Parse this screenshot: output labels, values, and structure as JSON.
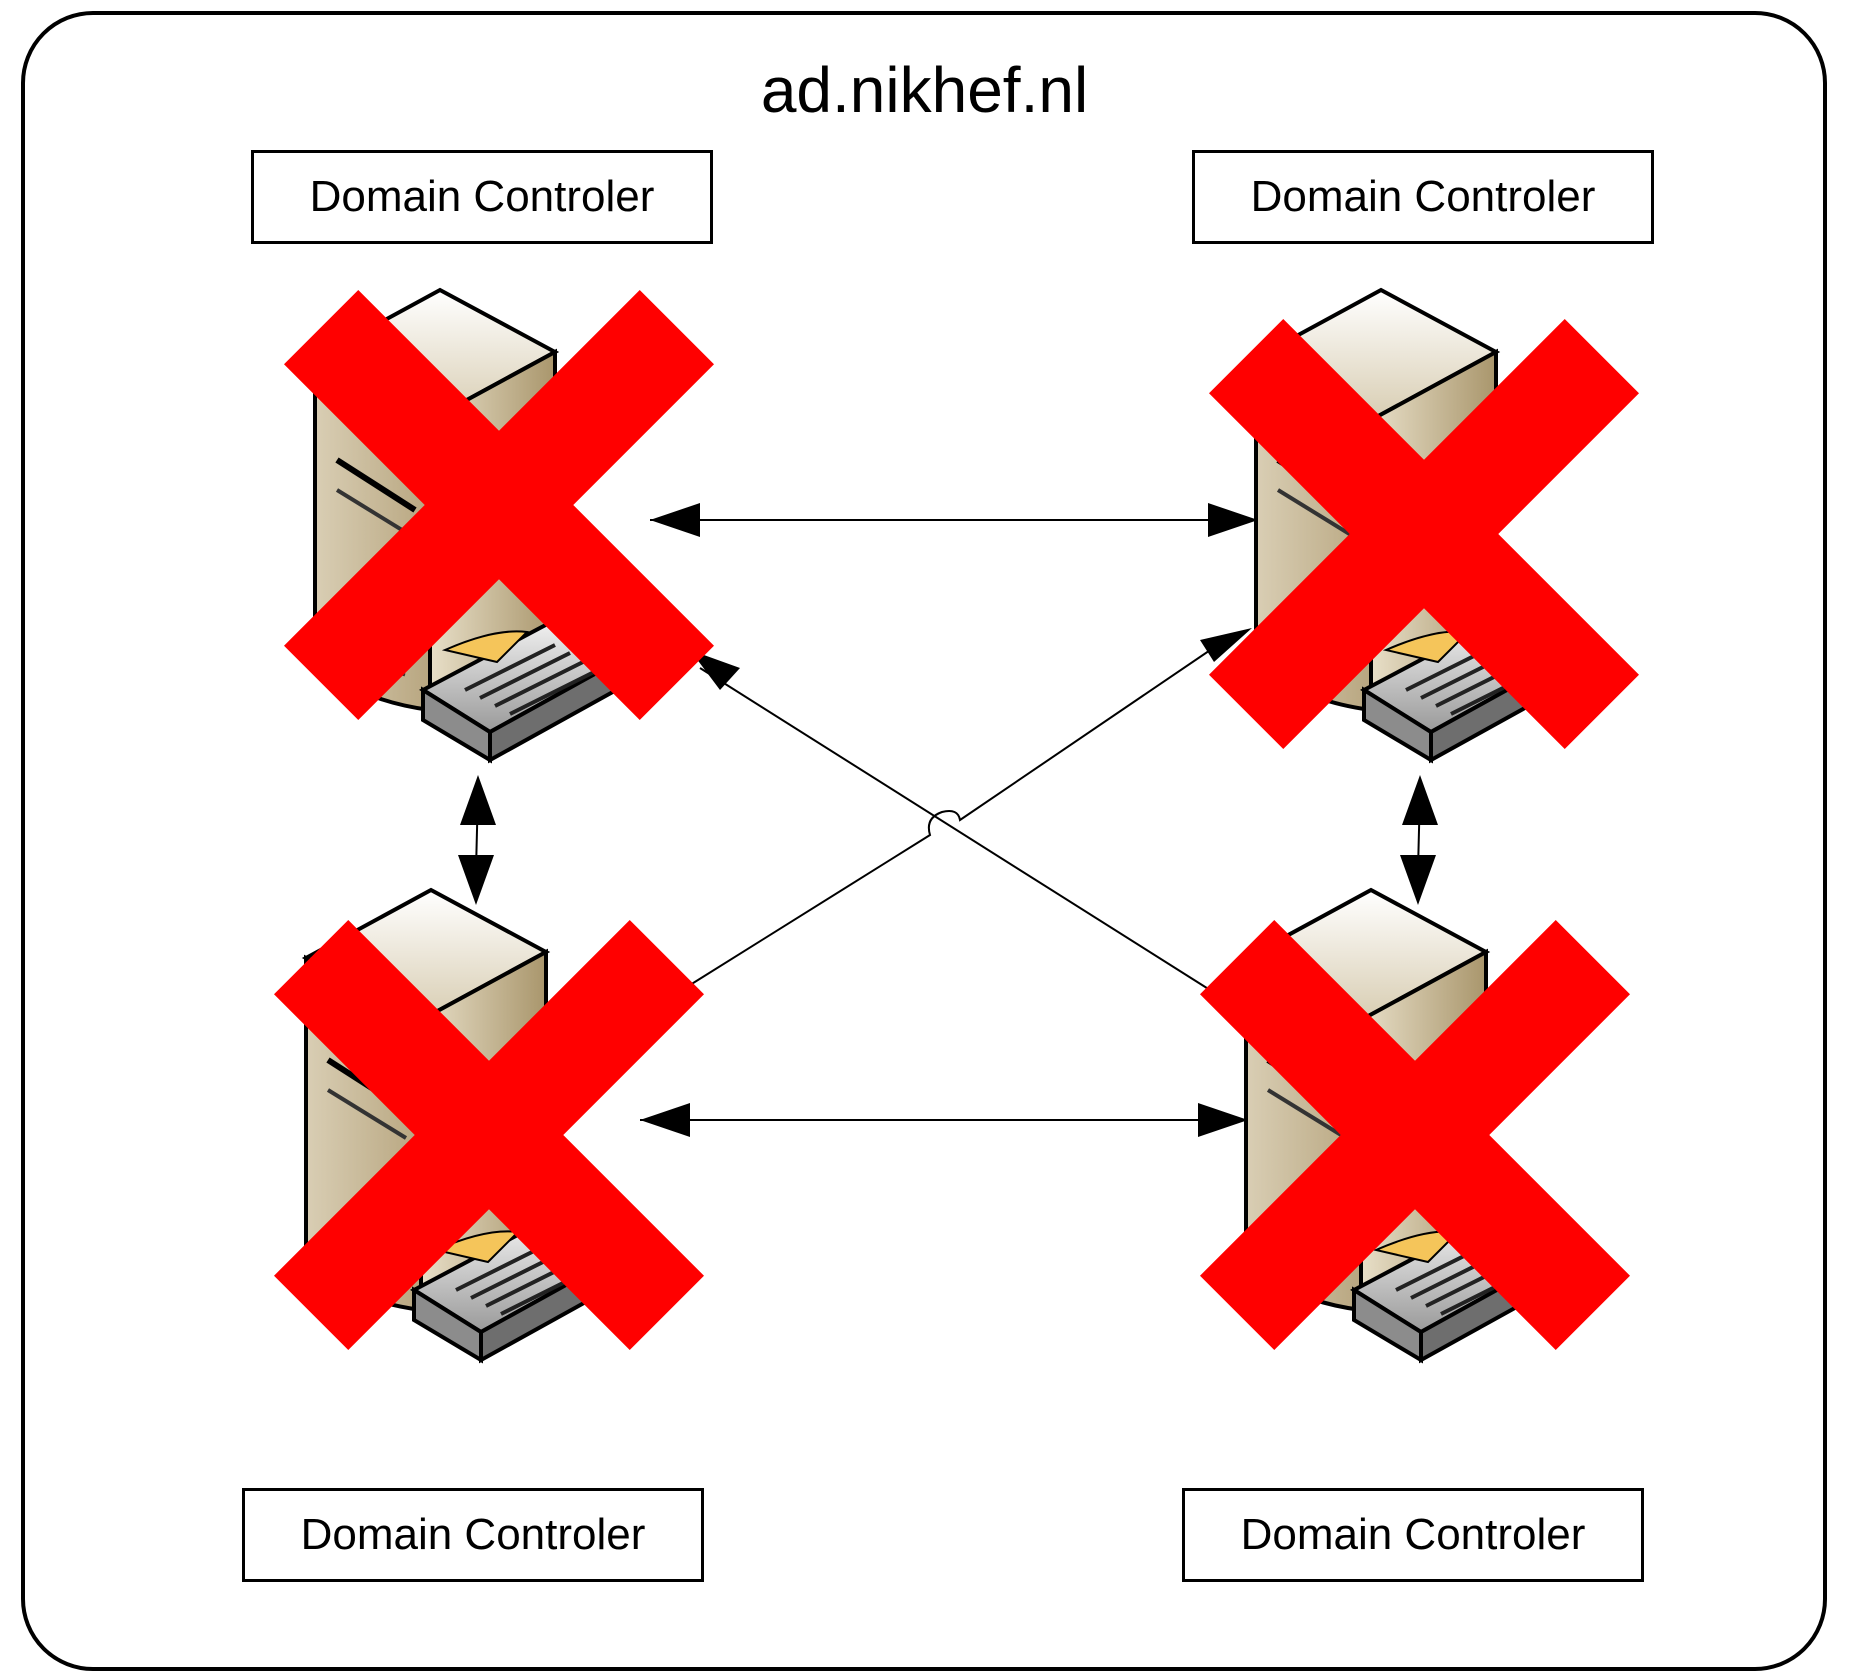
{
  "domain": {
    "title": "ad.nikhef.nl"
  },
  "controllers": [
    {
      "label": "Domain Controler",
      "status": "failed"
    },
    {
      "label": "Domain Controler",
      "status": "failed"
    },
    {
      "label": "Domain Controler",
      "status": "failed"
    },
    {
      "label": "Domain Controler",
      "status": "failed"
    }
  ],
  "colors": {
    "failure_mark": "#ff0000",
    "outline": "#000000",
    "server_body": "#c9bb98"
  },
  "icons": {
    "server": "server-tower-icon",
    "failure": "red-x-icon"
  }
}
